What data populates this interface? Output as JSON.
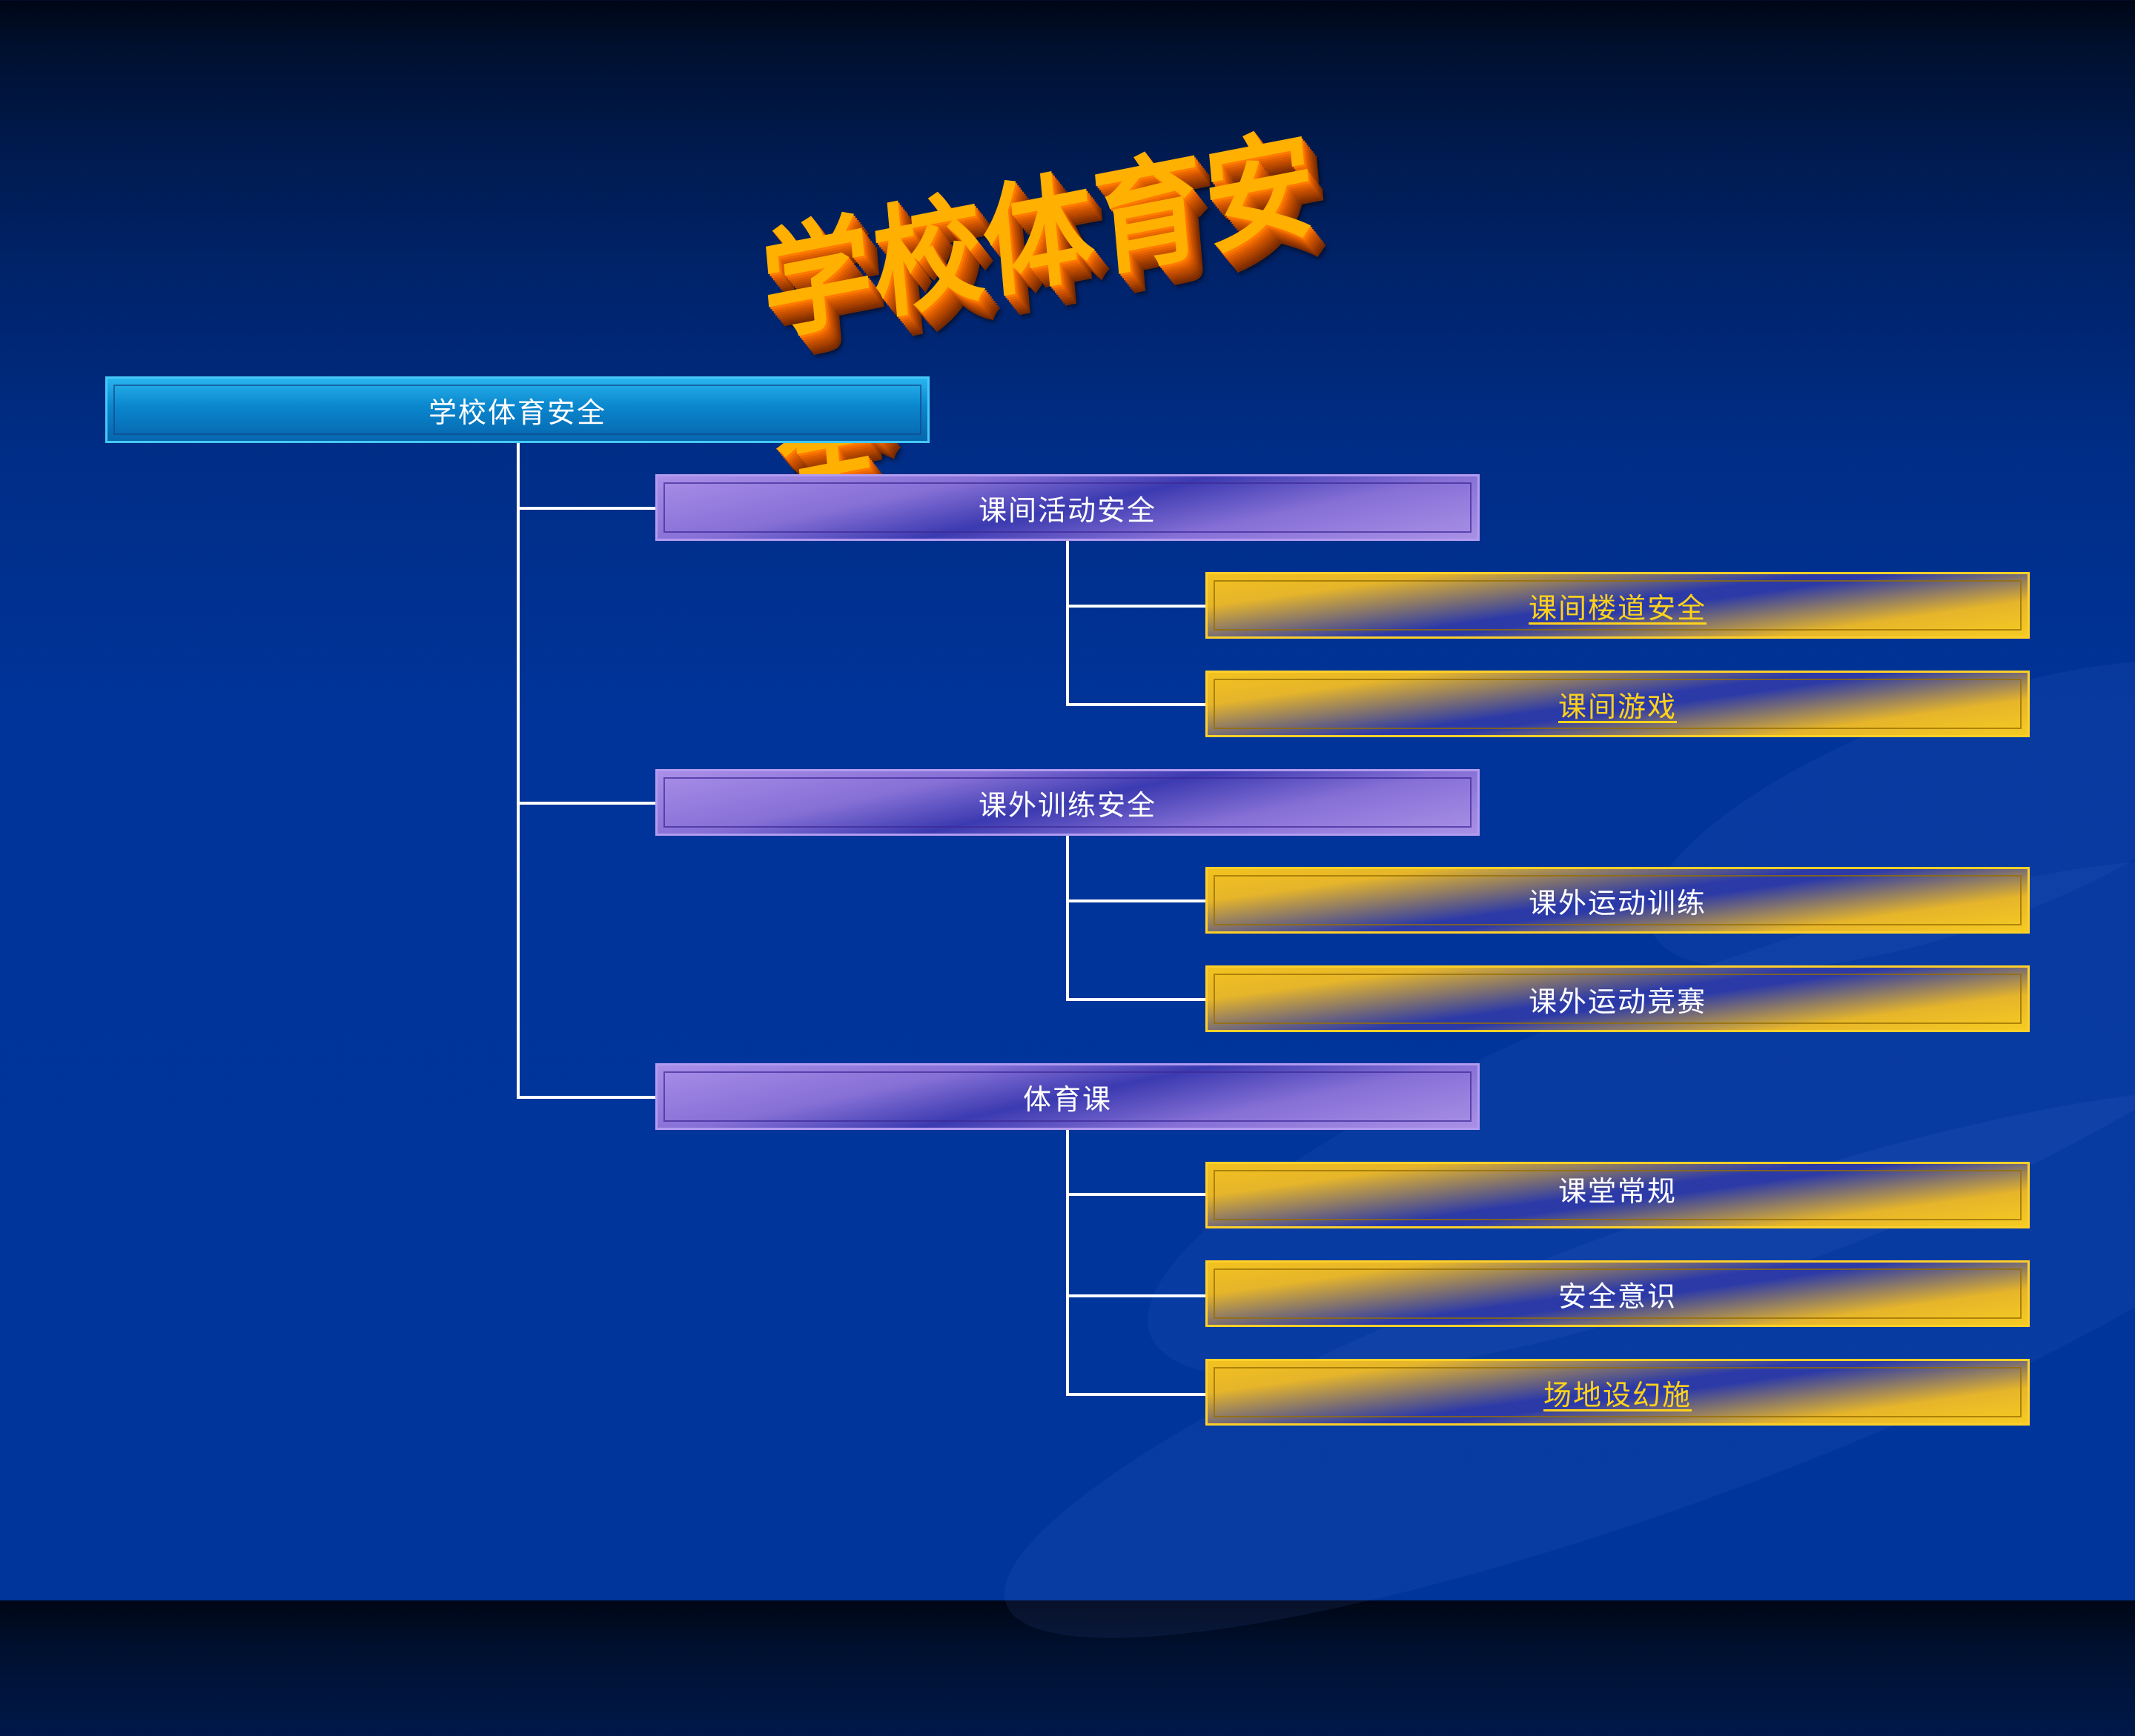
{
  "title": "学校体育安全",
  "root": {
    "label": "学校体育安全"
  },
  "branches": [
    {
      "label": "课间活动安全",
      "children": [
        {
          "label": "课间楼道安全",
          "link": true
        },
        {
          "label": "课间游戏",
          "link": true
        }
      ]
    },
    {
      "label": "课外训练安全",
      "children": [
        {
          "label": "课外运动训练",
          "link": false
        },
        {
          "label": "课外运动竞赛",
          "link": false
        }
      ]
    },
    {
      "label": "体育课",
      "children": [
        {
          "label": "课堂常规",
          "link": false
        },
        {
          "label": "安全意识",
          "link": false
        },
        {
          "label": "场地设幻施",
          "link": true
        }
      ]
    }
  ],
  "colors": {
    "background": "#00369c",
    "root_box": "#0a86cd",
    "branch_box": "#8670d6",
    "leaf_box": "#f3c21f",
    "link_text": "#ffd21c",
    "connector": "#ffffff",
    "title_face": "#ffb000",
    "title_side": "#cc5200"
  }
}
